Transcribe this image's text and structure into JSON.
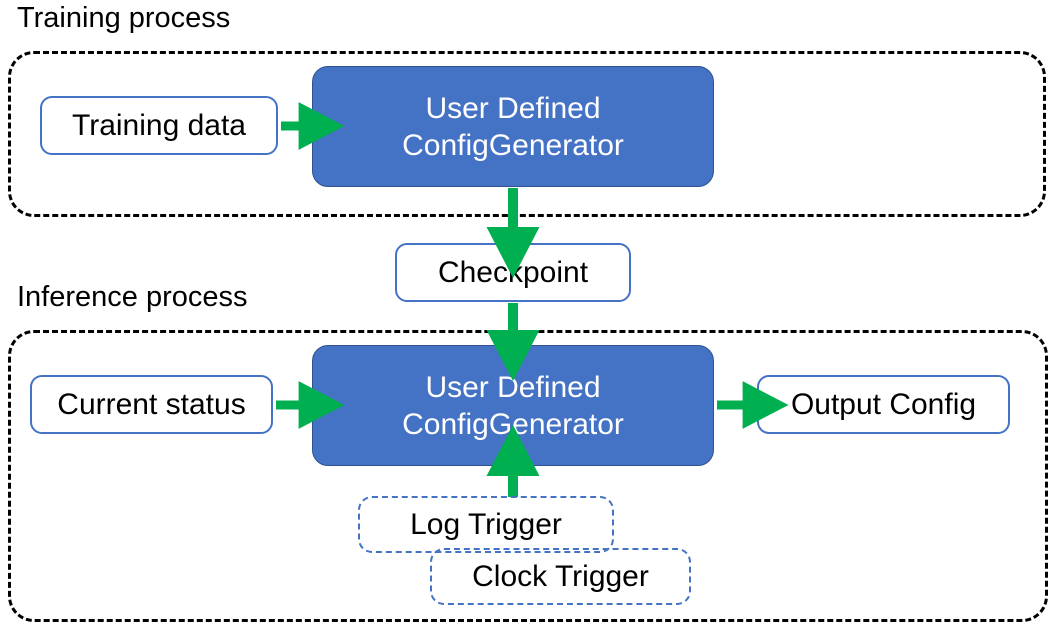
{
  "diagram": {
    "title_training": "Training process",
    "title_inference": "Inference process",
    "colors": {
      "process_fill": "#4472C4",
      "process_stroke": "#2F528F",
      "box_stroke": "#4472C4",
      "arrow": "#00B050",
      "group_stroke": "#000000",
      "text_dark": "#000000",
      "text_light": "#FFFFFF"
    }
  },
  "training": {
    "label": "Training process",
    "input_box": {
      "label": "Training data"
    },
    "process_box": {
      "line1": "User Defined",
      "line2": "ConfigGenerator"
    }
  },
  "checkpoint": {
    "label": "Checkpoint"
  },
  "inference": {
    "label": "Inference process",
    "input_box": {
      "label": "Current status"
    },
    "process_box": {
      "line1": "User Defined",
      "line2": "ConfigGenerator"
    },
    "output_box": {
      "label": "Output Config"
    },
    "triggers": [
      {
        "label": "Log Trigger"
      },
      {
        "label": "Clock Trigger"
      }
    ]
  },
  "arrows": [
    {
      "name": "training-data-to-generator",
      "direction": "right"
    },
    {
      "name": "training-generator-to-checkpoint",
      "direction": "down"
    },
    {
      "name": "checkpoint-to-inference-generator",
      "direction": "down"
    },
    {
      "name": "current-status-to-generator",
      "direction": "right"
    },
    {
      "name": "generator-to-output-config",
      "direction": "right"
    },
    {
      "name": "triggers-to-generator",
      "direction": "up"
    }
  ]
}
